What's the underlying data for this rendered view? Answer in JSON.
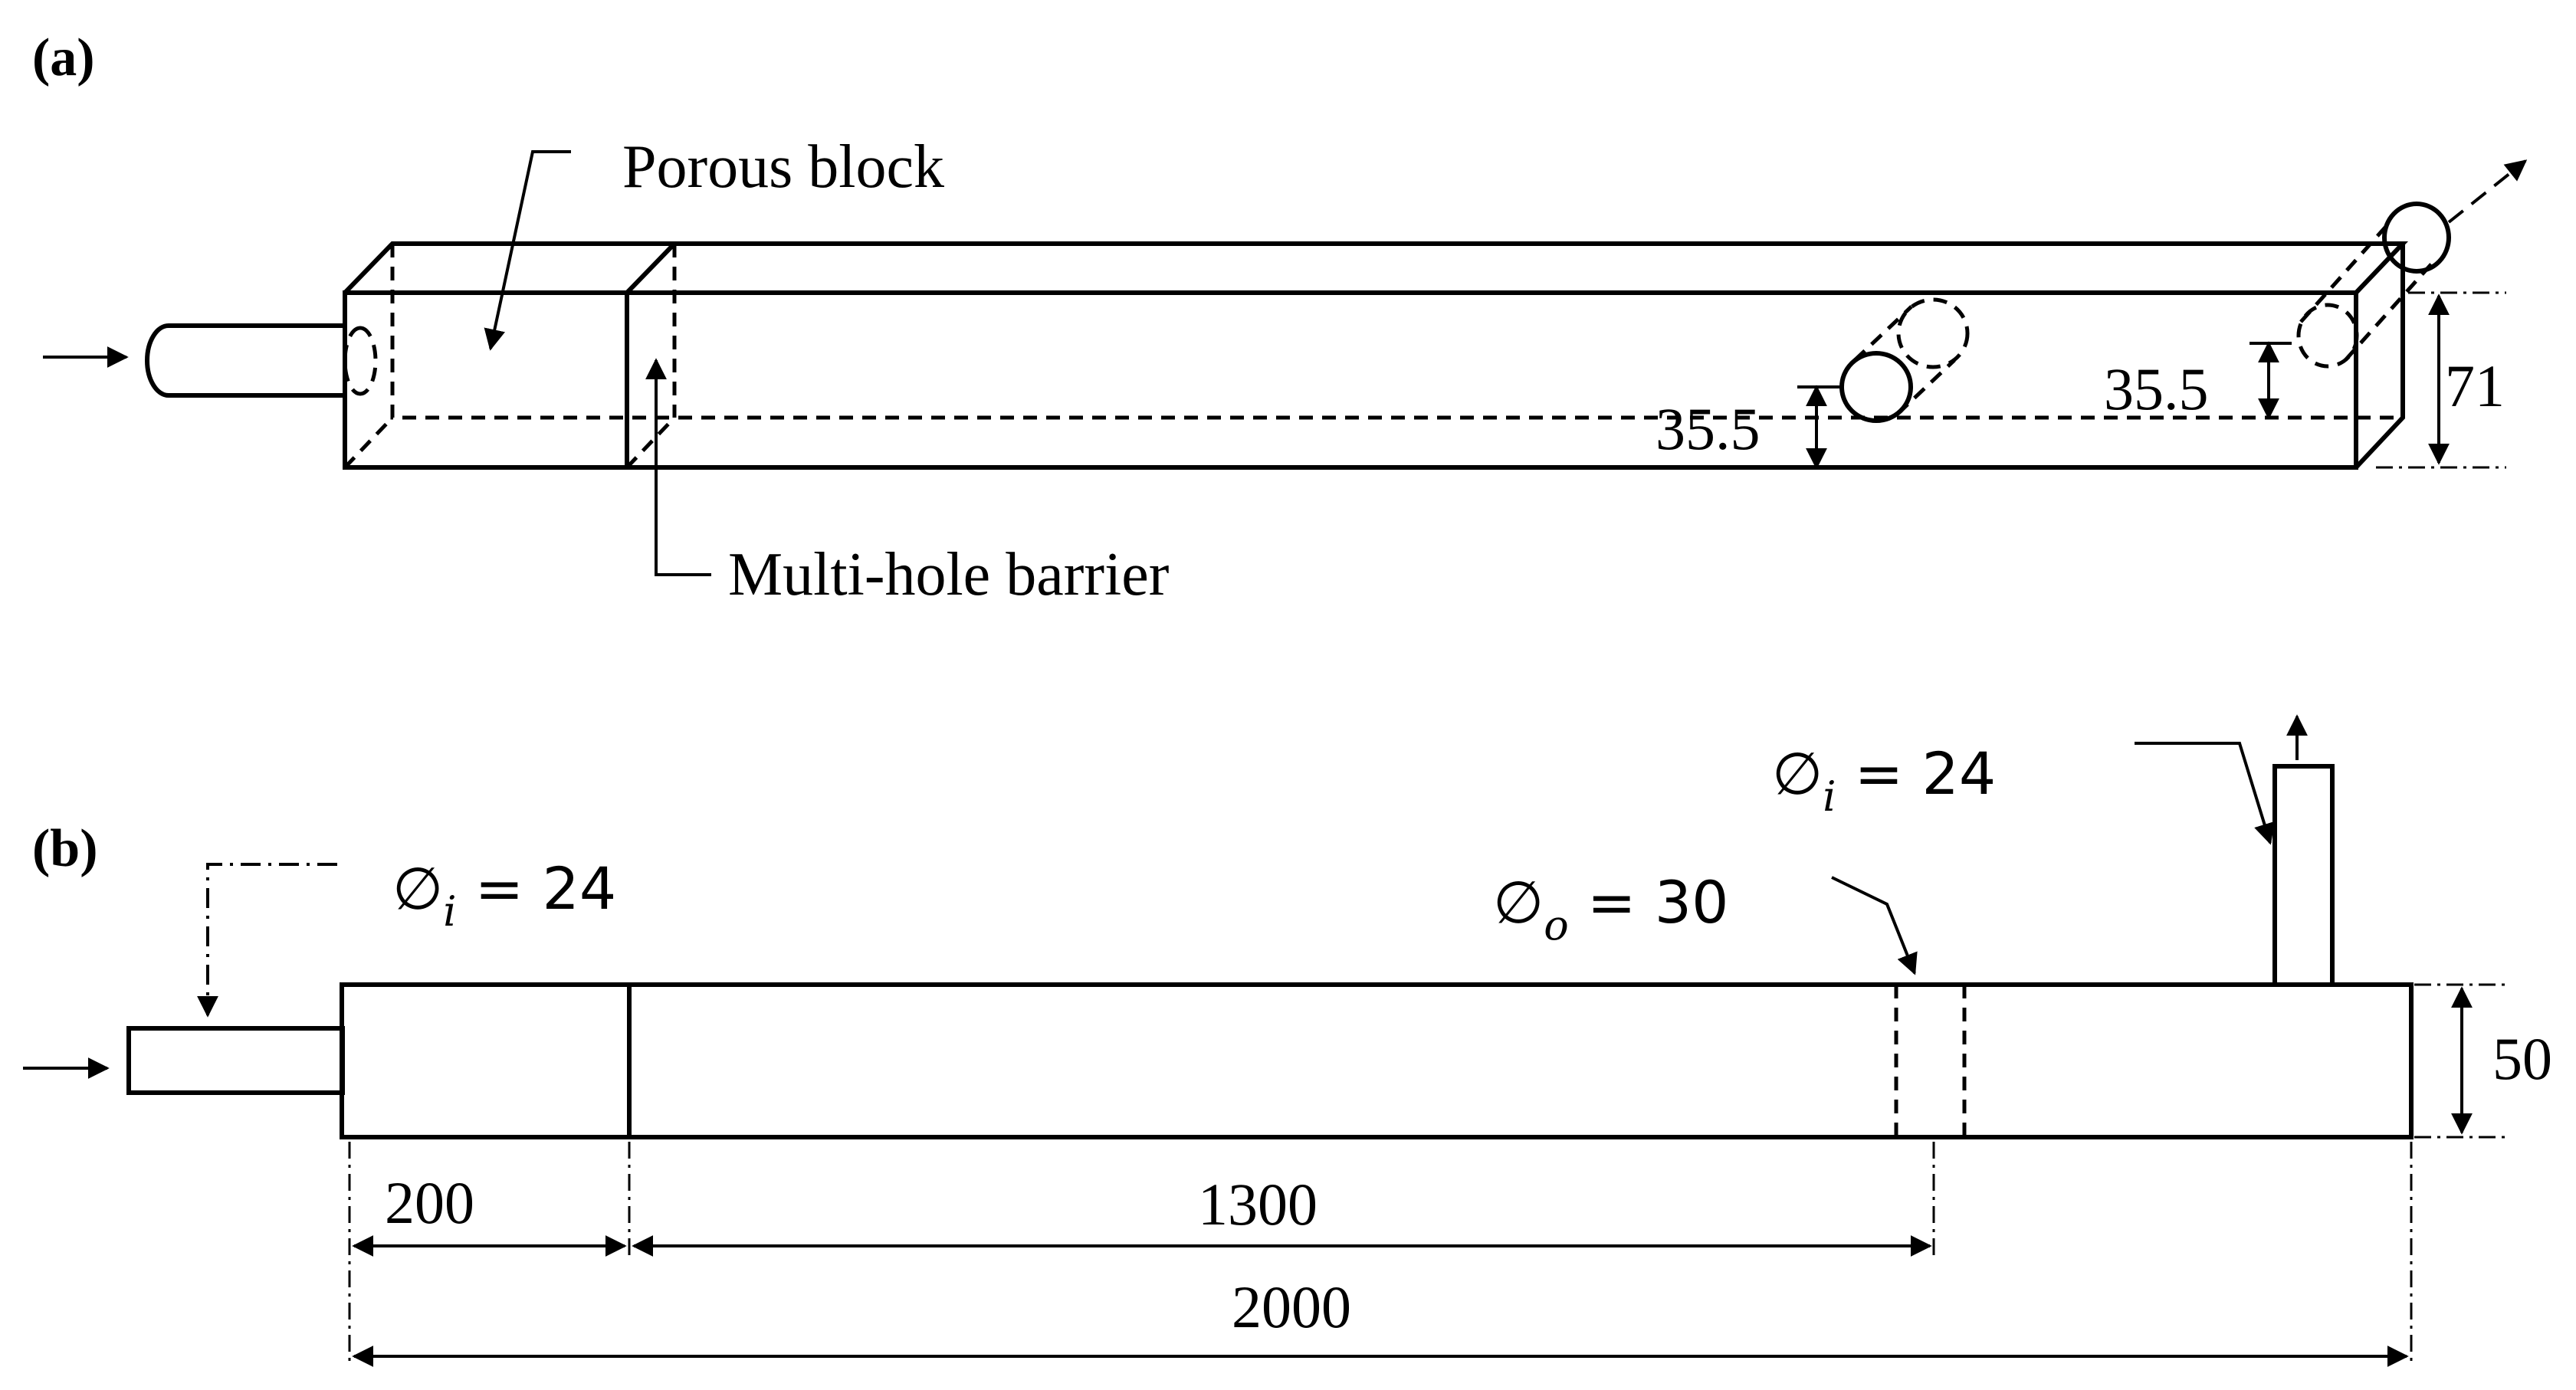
{
  "panel_a": {
    "label": "(a)",
    "porous_block_label": "Porous block",
    "barrier_label": "Multi-hole barrier",
    "dim_outlet_side": "35.5",
    "dim_outlet_top": "35.5",
    "dim_height": "71"
  },
  "panel_b": {
    "label": "(b)",
    "inlet_diameter": {
      "symbol": "∅",
      "subscript": "i",
      "rest": " = 24"
    },
    "outlet_side_diameter": {
      "symbol": "∅",
      "subscript": "o",
      "rest": " = 30"
    },
    "outlet_top_diameter": {
      "symbol": "∅",
      "subscript": "i",
      "rest": " = 24"
    },
    "dim_height": "50",
    "dim_block": "200",
    "dim_outlet_position": "1300",
    "dim_total": "2000"
  },
  "colors": {
    "line": "#000000",
    "background": "#ffffff"
  }
}
